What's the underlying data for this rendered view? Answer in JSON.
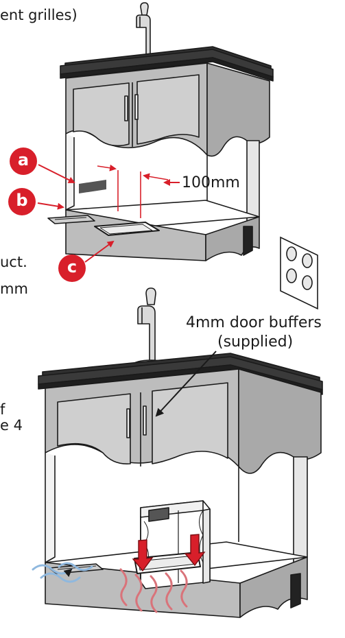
{
  "text": {
    "cropped_top_left": "ent grilles)",
    "cropped_mid_1": "uct.",
    "cropped_mid_2": "mm",
    "cropped_lower_1": "f",
    "cropped_lower_2": "e 4",
    "dimension": "100mm",
    "buffers_line1": "4mm door buffers",
    "buffers_line2": "(supplied)"
  },
  "callouts": {
    "a": "a",
    "b": "b",
    "c": "c"
  },
  "colors": {
    "accent_red": "#d81f2a",
    "cool_air": "#8fb8de",
    "warm_air": "#d9737a",
    "cabinet_fill": "#bdbdbd",
    "countertop": "#2f2f2f",
    "outline": "#1a1a1a"
  }
}
